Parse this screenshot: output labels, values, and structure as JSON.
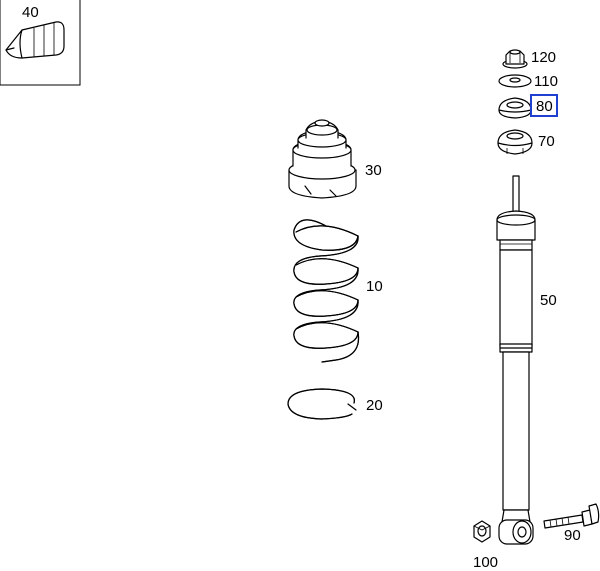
{
  "diagram": {
    "highlight_color": "#1f3fd0",
    "parts": [
      {
        "id": "40",
        "label": "40",
        "icon": "bump-stop-icon"
      },
      {
        "id": "120",
        "label": "120",
        "icon": "flange-nut-icon"
      },
      {
        "id": "110",
        "label": "110",
        "icon": "washer-icon"
      },
      {
        "id": "80",
        "label": "80",
        "icon": "rubber-mount-icon",
        "highlighted": true
      },
      {
        "id": "70",
        "label": "70",
        "icon": "lower-mount-icon"
      },
      {
        "id": "30",
        "label": "30",
        "icon": "dust-boot-icon"
      },
      {
        "id": "10",
        "label": "10",
        "icon": "coil-spring-icon"
      },
      {
        "id": "20",
        "label": "20",
        "icon": "spring-seat-icon"
      },
      {
        "id": "50",
        "label": "50",
        "icon": "shock-absorber-icon"
      },
      {
        "id": "100",
        "label": "100",
        "icon": "hex-nut-icon"
      },
      {
        "id": "90",
        "label": "90",
        "icon": "bolt-icon"
      }
    ]
  }
}
